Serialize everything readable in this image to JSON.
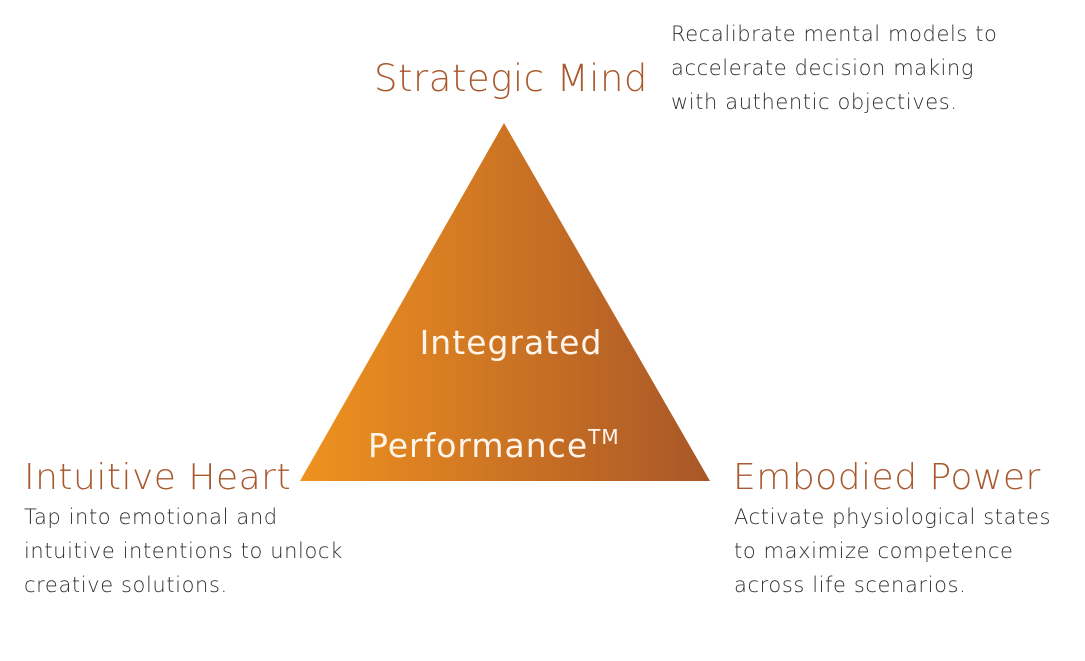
{
  "center": {
    "line1": "Integrated",
    "line2": "Performance",
    "mark": "TM"
  },
  "nodes": {
    "top": {
      "title": "Strategic Mind",
      "description": [
        "Recalibrate mental models to",
        "accelerate decision making",
        "with authentic objectives."
      ]
    },
    "left": {
      "title": "Intuitive Heart",
      "description": [
        "Tap into emotional and",
        "intuitive intentions to unlock",
        "creative solutions."
      ]
    },
    "right": {
      "title": "Embodied Power",
      "description": [
        "Activate physiological states",
        "to maximize competence",
        "across life scenarios."
      ]
    }
  },
  "colors": {
    "title": "#a8582c",
    "gradient_start": "#f0921f",
    "gradient_end": "#a95628",
    "center_text": "#fff5ea",
    "body_text": "#2e2e2e"
  }
}
